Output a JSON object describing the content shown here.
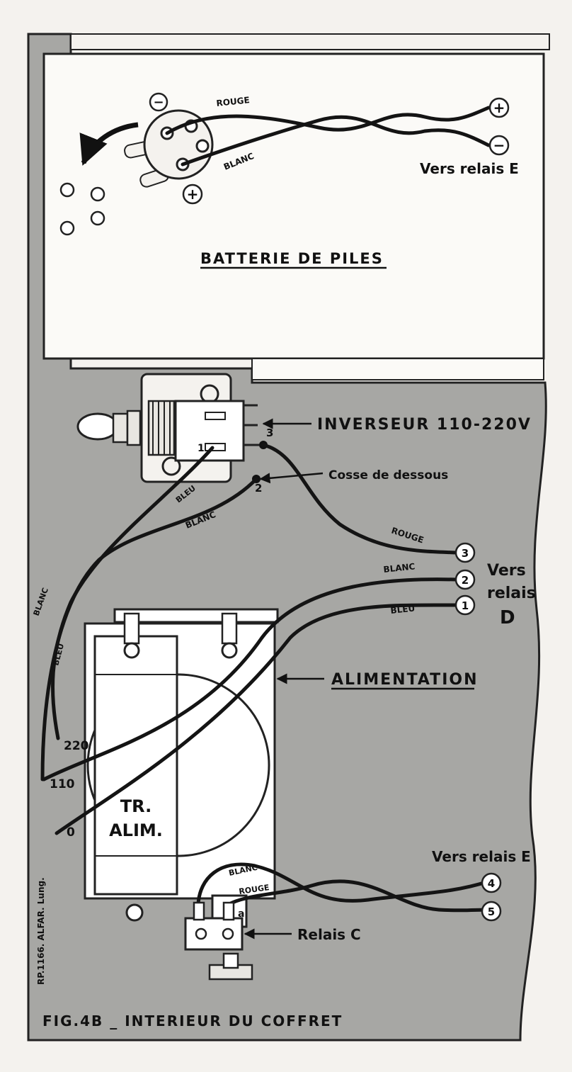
{
  "figure": {
    "caption": "FIG.4B _ INTERIEUR DU COFFRET",
    "credit": "RP.1166. ALFAR. Lung."
  },
  "battery": {
    "title": "BATTERIE DE PILES",
    "minus_symbol": "−",
    "plus_symbol": "+",
    "wire_red": "ROUGE",
    "wire_white": "BLANC",
    "to_relay": "Vers relais E"
  },
  "switch": {
    "label": "INVERSEUR 110-220V",
    "terminal_1": "1",
    "terminal_2": "2",
    "terminal_3": "3",
    "underside_lug": "Cosse de dessous"
  },
  "wires": {
    "bleu": "BLEU",
    "blanc": "BLANC",
    "rouge": "ROUGE"
  },
  "relay_d": {
    "t1": "1",
    "t2": "2",
    "t3": "3",
    "line1": "Vers",
    "line2": "relais",
    "line3": "D"
  },
  "power_supply": {
    "label": "ALIMENTATION",
    "transformer_line1": "TR.",
    "transformer_line2": "ALIM.",
    "tap_220": "220",
    "tap_110": "110",
    "tap_0": "0"
  },
  "relay_c": {
    "label": "Relais C",
    "terminal_a": "a",
    "to_relay_e": "Vers relais E",
    "t4": "4",
    "t5": "5"
  },
  "colors": {
    "panel_gray": "#a7a7a4",
    "paper": "#f4f2ee",
    "ink": "#141414"
  }
}
